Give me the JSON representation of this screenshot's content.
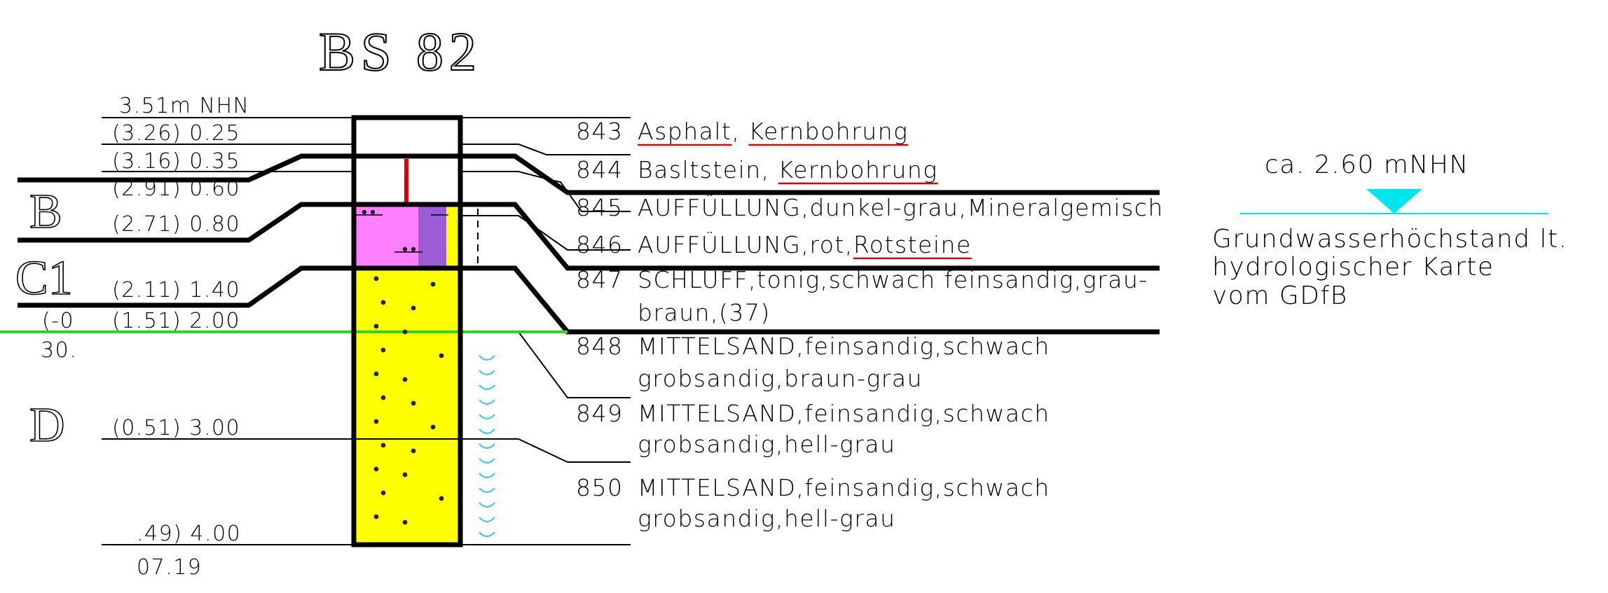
{
  "borehole": {
    "title": "BS 82",
    "elevation_label": "3.51m NHN",
    "depth_labels": [
      "(3.26) 0.25",
      "(3.16) 0.35",
      "(2.91) 0.60",
      "(2.71) 0.80",
      "(2.11) 1.40",
      "(1.51) 2.00",
      "(0.51) 3.00",
      ".49) 4.00"
    ],
    "left_fragments": [
      "(-0",
      "30.",
      "07.19"
    ],
    "zones": [
      "B",
      "C1",
      "D"
    ]
  },
  "layers": [
    {
      "id": "843",
      "line1_parts": [
        {
          "text": "Asphalt",
          "underline": true
        },
        {
          "text": ", ",
          "underline": false
        },
        {
          "text": "Kernbohrung",
          "underline": true
        }
      ],
      "line2": ""
    },
    {
      "id": "844",
      "line1_parts": [
        {
          "text": "Basltstein, ",
          "underline": false
        },
        {
          "text": "Kernbohrung",
          "underline": true
        }
      ],
      "line2": ""
    },
    {
      "id": "845",
      "line1_parts": [
        {
          "text": "AUFFÜLLUNG,dunkel-grau,Mineralgemisch",
          "underline": false
        }
      ],
      "line2": ""
    },
    {
      "id": "846",
      "line1_parts": [
        {
          "text": "AUFFÜLLUNG,rot,",
          "underline": false
        },
        {
          "text": "Rotsteine",
          "underline": true
        }
      ],
      "line2": ""
    },
    {
      "id": "847",
      "line1_parts": [
        {
          "text": "SCHLUFF,tonig,schwach feinsandig,grau-",
          "underline": false
        }
      ],
      "line2": "braun,(37)"
    },
    {
      "id": "848",
      "line1_parts": [
        {
          "text": "MITTELSAND,feinsandig,schwach",
          "underline": false
        }
      ],
      "line2": "grobsandig,braun-grau"
    },
    {
      "id": "849",
      "line1_parts": [
        {
          "text": "MITTELSAND,feinsandig,schwach",
          "underline": false
        }
      ],
      "line2": "grobsandig,hell-grau"
    },
    {
      "id": "850",
      "line1_parts": [
        {
          "text": "MITTELSAND,feinsandig,schwach",
          "underline": false
        }
      ],
      "line2": "grobsandig,hell-grau"
    }
  ],
  "groundwater": {
    "level_label": "ca. 2.60 mNHN",
    "note_lines": [
      "Grundwasserhöchstand lt.",
      "hydrologischer Karte",
      "vom GDfB"
    ]
  },
  "colors": {
    "line": "#000000",
    "asphalt_mark": "#e30000",
    "fill_pink": "#ff80ff",
    "fill_violet": "#9d5cd6",
    "fill_sand": "#ffff00",
    "water_line": "#22dd22",
    "water_marker": "#00e5ee",
    "water_waves": "#29c6e8",
    "underline": "#e30000"
  }
}
